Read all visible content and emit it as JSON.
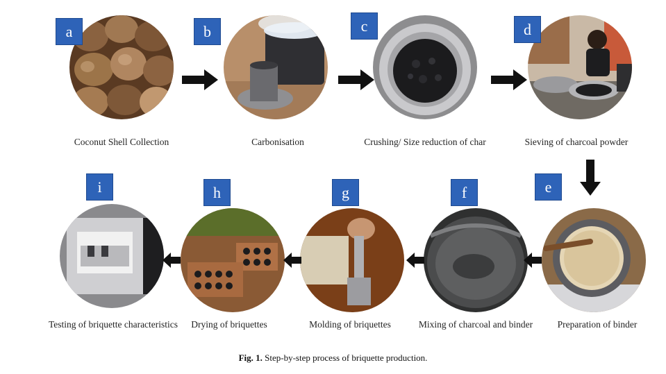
{
  "steps": [
    {
      "letter": "a",
      "caption": "Coconut Shell Collection"
    },
    {
      "letter": "b",
      "caption": "Carbonisation"
    },
    {
      "letter": "c",
      "caption": "Crushing/ Size reduction of char"
    },
    {
      "letter": "d",
      "caption": "Sieving of charcoal powder"
    },
    {
      "letter": "e",
      "caption": "Preparation of binder"
    },
    {
      "letter": "f",
      "caption": "Mixing of charcoal and binder"
    },
    {
      "letter": "g",
      "caption": "Molding of briquettes"
    },
    {
      "letter": "h",
      "caption": "Drying of briquettes"
    },
    {
      "letter": "i",
      "caption": "Testing of briquette characteristics"
    }
  ],
  "figure": {
    "label": "Fig. 1.",
    "text": "Step-by-step process of briquette production."
  },
  "colors": {
    "badge": "#2e63b8",
    "arrow": "#111111"
  }
}
